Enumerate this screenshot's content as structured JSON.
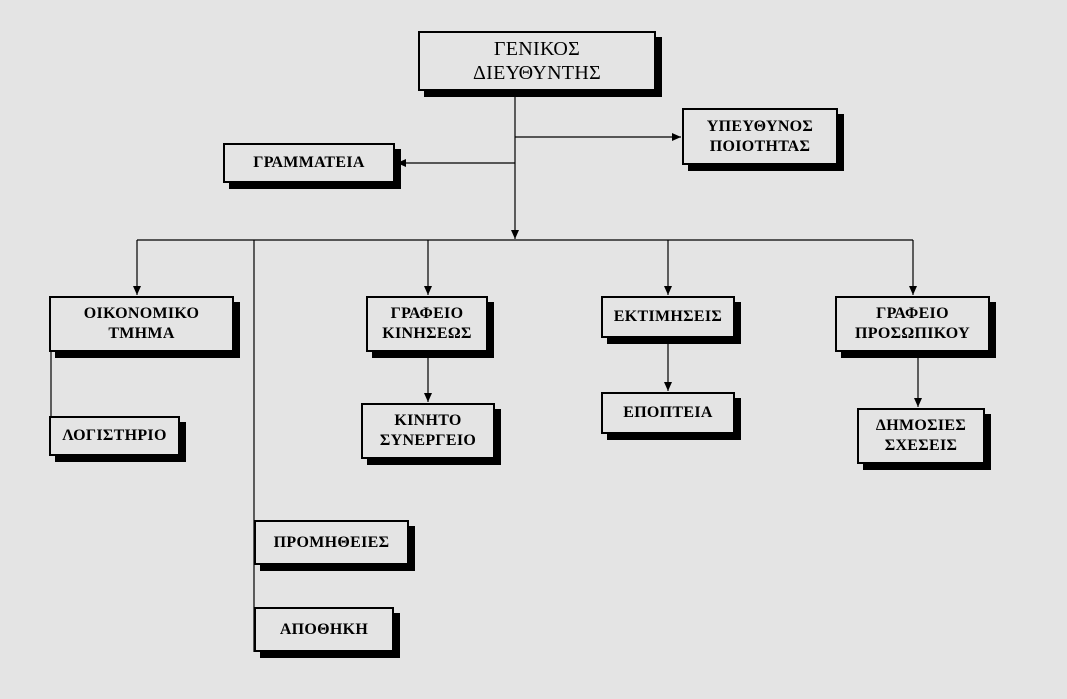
{
  "nodes": {
    "general_director": [
      "ΓΕΝΙΚΟΣ",
      "ΔΙΕΥΘΥΝΤΗΣ"
    ],
    "quality_manager": [
      "ΥΠΕΥΘΥΝΟΣ",
      "ΠΟΙΟΤΗΤΑΣ"
    ],
    "secretariat": [
      "ΓΡΑΜΜΑΤΕΙΑ"
    ],
    "economic_dept": [
      "ΟΙΚΟΝΟΜΙΚΟ",
      "ΤΜΗΜΑ"
    ],
    "accounting": [
      "ΛΟΓΙΣΤΗΡΙΟ"
    ],
    "movement_office": [
      "ΓΡΑΦΕΙΟ",
      "ΚΙΝΗΣΕΩΣ"
    ],
    "mobile_garage": [
      "ΚΙΝΗΤΟ",
      "ΣΥΝΕΡΓΕΙΟ"
    ],
    "evaluations": [
      "ΕΚΤΙΜΗΣΕΙΣ"
    ],
    "inspection": [
      "ΕΠΟΠΤΕΙΑ"
    ],
    "personnel_office": [
      "ΓΡΑΦΕΙΟ",
      "ΠΡΟΣΩΠΙΚΟΥ"
    ],
    "public_relations": [
      "ΔΗΜΟΣΙΕΣ",
      "ΣΧΕΣΕΙΣ"
    ],
    "procurement": [
      "ΠΡΟΜΗΘΕΙΕΣ"
    ],
    "warehouse": [
      "ΑΠΟΘΗΚΗ"
    ]
  },
  "colors": {
    "background": "#e4e4e4",
    "line": "#000000",
    "shadow": "#000000"
  }
}
